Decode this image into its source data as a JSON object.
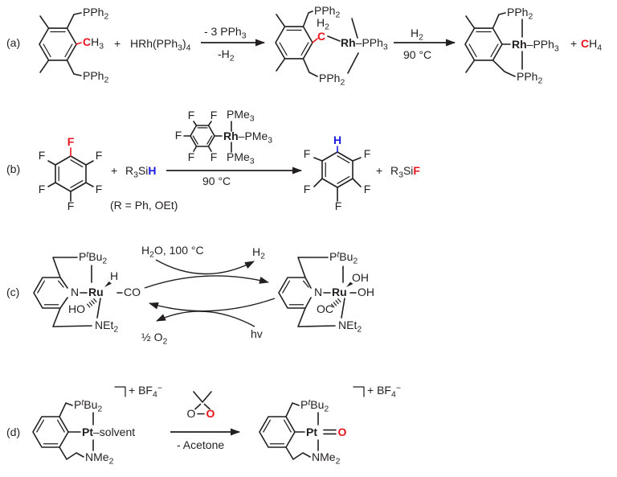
{
  "colors": {
    "ink": "#231f20",
    "red": "#e8151d",
    "blue": "#1c1ce0",
    "background": "#ffffff"
  },
  "reaction_a": {
    "label": "(a)",
    "plus": "+",
    "pph2": [
      {
        "t": "PPh"
      },
      {
        "t": "2",
        "s": -1
      }
    ],
    "ch3": [
      {
        "t": "C",
        "c": "red",
        "b": 1
      },
      {
        "t": "H"
      },
      {
        "t": "3",
        "s": -1
      }
    ],
    "rh_precursor": [
      {
        "t": "HRh(PPh"
      },
      {
        "t": "3",
        "s": -1
      },
      {
        "t": ")"
      },
      {
        "t": "4",
        "s": -1
      }
    ],
    "arrow1_above": [
      {
        "t": "- 3 PPh"
      },
      {
        "t": "3",
        "s": -1
      }
    ],
    "arrow1_below": [
      {
        "t": "-H"
      },
      {
        "t": "2",
        "s": -1
      }
    ],
    "ch2_label": [
      {
        "t": "H"
      },
      {
        "t": "2",
        "s": -1
      }
    ],
    "red_carbon": [
      {
        "t": "C",
        "c": "red",
        "b": 1
      }
    ],
    "rh_pph3": [
      {
        "t": "Rh",
        "b": 1
      },
      {
        "t": "–PPh"
      },
      {
        "t": "3",
        "s": -1
      }
    ],
    "arrow2_above": [
      {
        "t": "H"
      },
      {
        "t": "2",
        "s": -1
      }
    ],
    "arrow2_below": "90 °C",
    "ch4": [
      {
        "t": "C",
        "c": "red",
        "b": 1
      },
      {
        "t": "H"
      },
      {
        "t": "4",
        "s": -1
      }
    ]
  },
  "reaction_b": {
    "label": "(b)",
    "plus": "+",
    "f": "F",
    "f_red": [
      {
        "t": "F",
        "c": "red",
        "b": 1
      }
    ],
    "h_blue": [
      {
        "t": "H",
        "c": "blue",
        "b": 1
      }
    ],
    "r3sih": [
      {
        "t": "R"
      },
      {
        "t": "3",
        "s": -1
      },
      {
        "t": "Si"
      },
      {
        "t": "H",
        "c": "blue",
        "b": 1
      }
    ],
    "r3sif": [
      {
        "t": "R"
      },
      {
        "t": "3",
        "s": -1
      },
      {
        "t": "Si"
      },
      {
        "t": "F",
        "c": "red",
        "b": 1
      }
    ],
    "r_note": "(R = Ph, OEt)",
    "rh_pme3": [
      {
        "t": "Rh",
        "b": 1
      },
      {
        "t": "–PMe"
      },
      {
        "t": "3",
        "s": -1
      }
    ],
    "pme3": [
      {
        "t": "PMe"
      },
      {
        "t": "3",
        "s": -1
      }
    ],
    "arrow_below": "90 °C"
  },
  "reaction_c": {
    "label": "(c)",
    "n": "N",
    "ru": [
      {
        "t": "Ru",
        "b": 1
      }
    ],
    "ptbu2": [
      {
        "t": "P"
      },
      {
        "t": "t",
        "s": 1,
        "i": 1
      },
      {
        "t": "Bu"
      },
      {
        "t": "2",
        "s": -1
      }
    ],
    "hydride": "H",
    "co": "CO",
    "ho": "HO",
    "oh_top": "OH",
    "oh_right": "OH",
    "oc": "OC",
    "net2": [
      {
        "t": "NEt"
      },
      {
        "t": "2",
        "s": -1
      }
    ],
    "water_label": [
      {
        "t": "H"
      },
      {
        "t": "2",
        "s": -1
      },
      {
        "t": "O, 100 °C"
      }
    ],
    "h2_label": [
      {
        "t": "H"
      },
      {
        "t": "2",
        "s": -1
      }
    ],
    "o2_label": [
      {
        "t": "½ O"
      },
      {
        "t": "2",
        "s": -1
      }
    ],
    "hv": "hv"
  },
  "reaction_d": {
    "label": "(d)",
    "ptbu2": [
      {
        "t": "P"
      },
      {
        "t": "t",
        "s": 1,
        "i": 1
      },
      {
        "t": "Bu"
      },
      {
        "t": "2",
        "s": -1
      }
    ],
    "bf4": [
      {
        "t": "+ BF"
      },
      {
        "t": "4",
        "s": -1
      },
      {
        "t": "−",
        "s": 1
      }
    ],
    "pt_solvent": [
      {
        "t": "Pt",
        "b": 1
      },
      {
        "t": "–solvent"
      }
    ],
    "pt": [
      {
        "t": "Pt",
        "b": 1
      }
    ],
    "o_red": [
      {
        "t": "O",
        "c": "red",
        "b": 1
      }
    ],
    "o_black": "O",
    "nme2": [
      {
        "t": "NMe"
      },
      {
        "t": "2",
        "s": -1
      }
    ],
    "arrow_below": "- Acetone"
  }
}
